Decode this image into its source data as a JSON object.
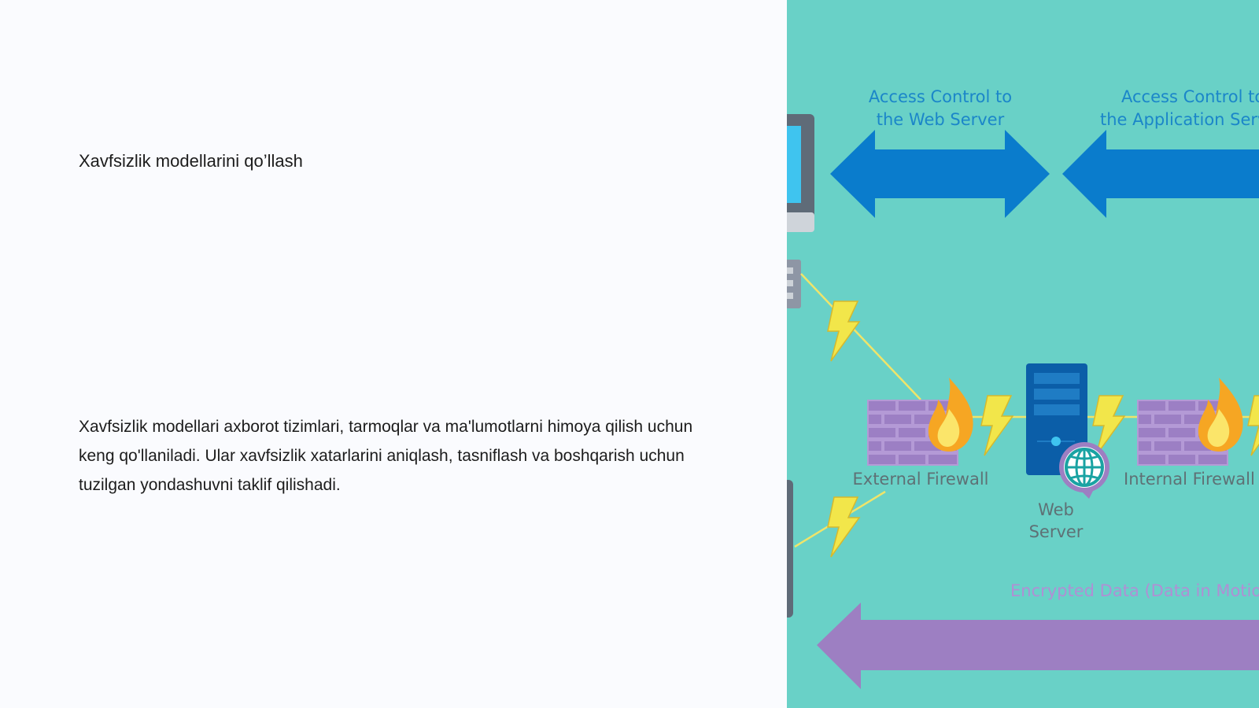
{
  "slide": {
    "title": "Xavfsizlik modellarini qo’llash",
    "body": " Xavfsizlik modellari axborot tizimlari, tarmoqlar va ma'lumotlarni himoya qilish uchun keng qo'llaniladi. Ular xavfsizlik xatarlarini aniqlash, tasniflash va boshqarish uchun tuzilgan yondashuvni taklif qilishadi."
  },
  "diagram": {
    "access_web_line1": "Access Control to",
    "access_web_line2": "the Web Server",
    "access_app_line1": "Access Control to",
    "access_app_line2": "the Application Server",
    "external_firewall": "External Firewall",
    "internal_firewall": "Internal Firewall",
    "web_server_line1": "Web",
    "web_server_line2": "Server",
    "encrypted_data": "Encrypted Data (Data in Motion)",
    "icons": [
      "computer-icon",
      "arrow-icon",
      "lightning-icon",
      "brick-wall-icon",
      "fire-icon",
      "server-icon",
      "globe-icon"
    ],
    "colors": {
      "background": "#69d1c7",
      "arrow_blue": "#0a7ccc",
      "arrow_purple": "#9d7fc2",
      "label_blue": "#1b86c9",
      "label_purple": "#b08fd4",
      "brick": "#9c7fc4",
      "lightning": "#f2e64a",
      "server": "#0b5ea8"
    }
  }
}
